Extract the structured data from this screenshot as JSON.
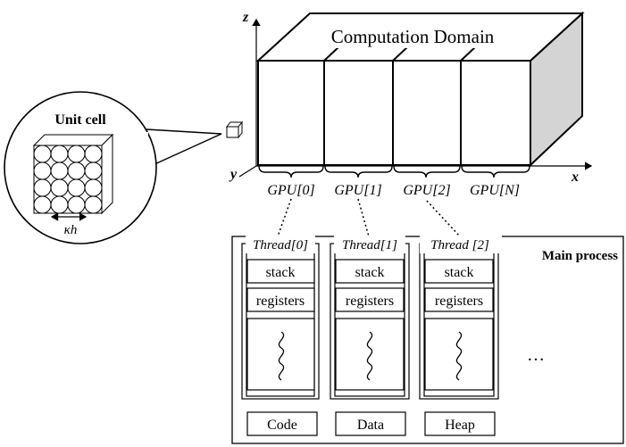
{
  "diagram": {
    "title": "Computation Domain",
    "axes": {
      "x": "x",
      "y": "y",
      "z": "z"
    },
    "gpus": [
      "GPU[0]",
      "GPU[1]",
      "GPU[2]",
      "GPU[N]"
    ],
    "unit_cell": {
      "label": "Unit cell",
      "dimension": "κh"
    },
    "main_process": {
      "label": "Main process",
      "threads": [
        {
          "name": "Thread[0]",
          "stack": "stack",
          "registers": "registers"
        },
        {
          "name": "Thread[1]",
          "stack": "stack",
          "registers": "registers"
        },
        {
          "name": "Thread [2]",
          "stack": "stack",
          "registers": "registers"
        }
      ],
      "ellipsis": "…",
      "segments": [
        "Code",
        "Data",
        "Heap"
      ]
    },
    "colors": {
      "line": "#000000",
      "side_face": "#d4d4d4",
      "hidden_edge": "#999999"
    }
  }
}
